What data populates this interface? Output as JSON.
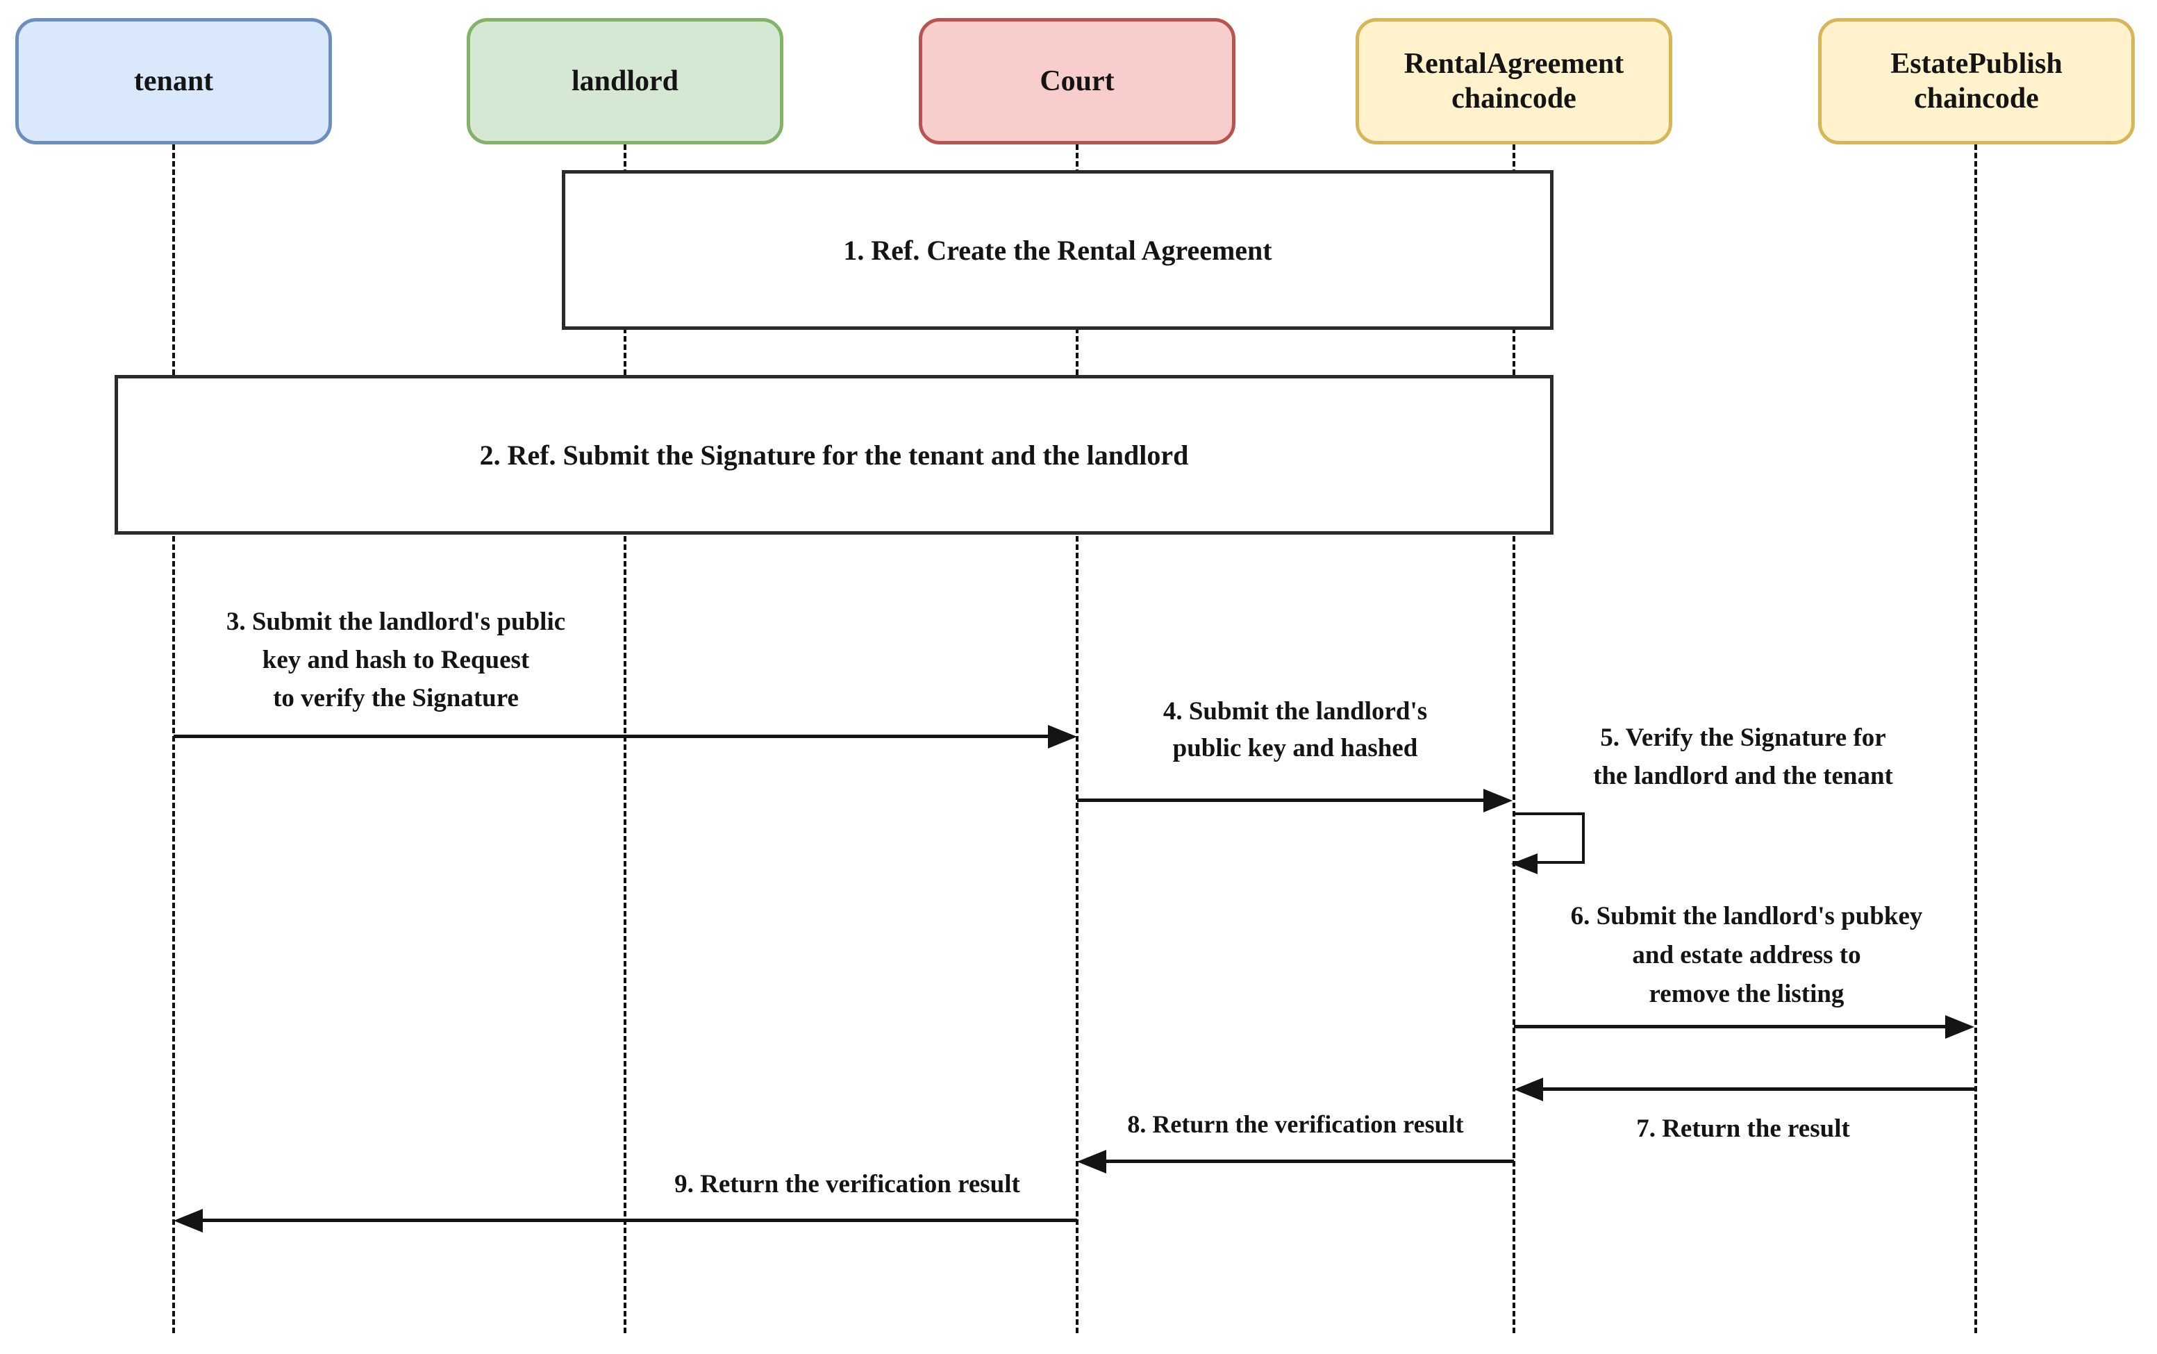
{
  "diagram": {
    "type": "uml-sequence-diagram",
    "background": "#ffffff",
    "line_color": "#141414"
  },
  "actors": [
    {
      "id": "tenant",
      "label": "tenant",
      "fill": "#dae8fc",
      "stroke": "#6c8ebf"
    },
    {
      "id": "landlord",
      "label": "landlord",
      "fill": "#d5e8d4",
      "stroke": "#82b366"
    },
    {
      "id": "court",
      "label": "Court",
      "fill": "#f8cecc",
      "stroke": "#b85450"
    },
    {
      "id": "rental-agreement-chaincode",
      "label": "RentalAgreement\nchaincode",
      "fill": "#fff2cc",
      "stroke": "#d6b656"
    },
    {
      "id": "estate-publish-chaincode",
      "label": "EstatePublish\nchaincode",
      "fill": "#fff2cc",
      "stroke": "#d6b656"
    }
  ],
  "frames": [
    {
      "num": 1,
      "label": "1. Ref. Create the Rental Agreement"
    },
    {
      "num": 2,
      "label": "2. Ref. Submit the Signature for the tenant and the landlord"
    }
  ],
  "messages": [
    {
      "num": 3,
      "from": "tenant",
      "to": "Court",
      "label": "3. Submit the landlord's public\nkey and hash to Request\nto verify the Signature"
    },
    {
      "num": 4,
      "from": "Court",
      "to": "RentalAgreement chaincode",
      "label": "4. Submit the landlord's\npublic key and hashed"
    },
    {
      "num": 5,
      "from": "RentalAgreement chaincode",
      "to": "RentalAgreement chaincode",
      "self_message": true,
      "label": "5. Verify the Signature for\nthe landlord and the tenant"
    },
    {
      "num": 6,
      "from": "RentalAgreement chaincode",
      "to": "EstatePublish chaincode",
      "label": "6. Submit the landlord's pubkey\nand estate address to\nremove the listing"
    },
    {
      "num": 7,
      "from": "EstatePublish chaincode",
      "to": "RentalAgreement chaincode",
      "label": "7. Return the result"
    },
    {
      "num": 8,
      "from": "RentalAgreement chaincode",
      "to": "Court",
      "label": "8. Return the verification result"
    },
    {
      "num": 9,
      "from": "Court",
      "to": "tenant",
      "label": "9. Return the verification result"
    }
  ]
}
